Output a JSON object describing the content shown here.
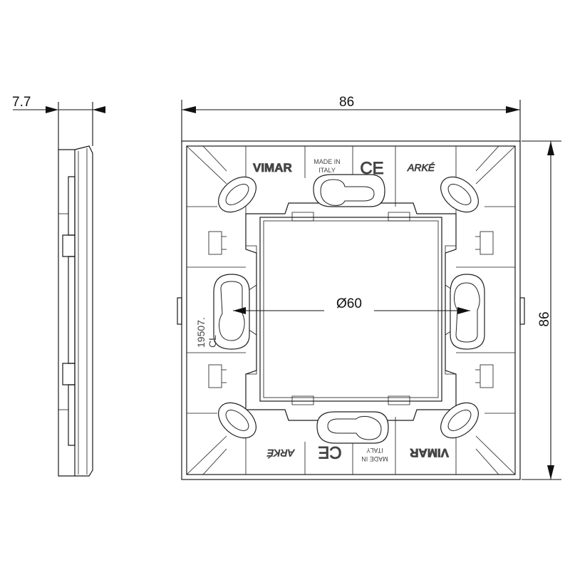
{
  "dimensions": {
    "depth": "7.7",
    "width": "86",
    "height": "86",
    "diameter": "Ø60"
  },
  "plate_markings": {
    "brand_top": "VIMAR",
    "made_in_line1": "MADE IN",
    "made_in_line2": "ITALY",
    "ce_mark": "CE",
    "series": "ARKÉ",
    "code_line1": "19507.",
    "code_line2": "CL"
  },
  "icons": [
    "ce-mark-icon",
    "fixing-slot-icon",
    "keyhole-slot-icon",
    "clip-icon"
  ]
}
